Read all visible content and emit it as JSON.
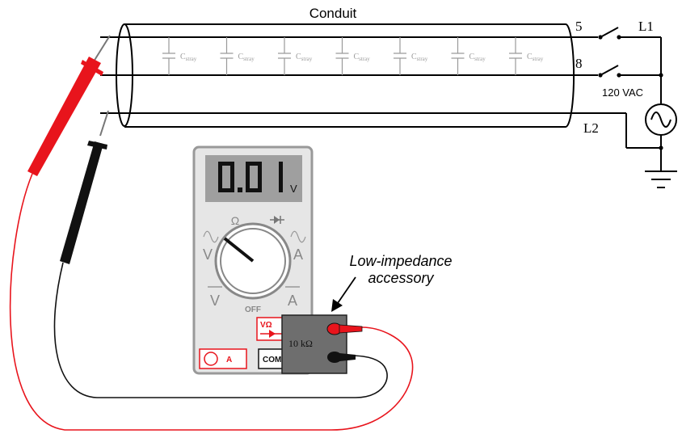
{
  "conduit": {
    "title": "Conduit"
  },
  "terminals": {
    "wire5": "5",
    "wire8": "8",
    "l1": "L1",
    "l2": "L2"
  },
  "source": {
    "label": "120 VAC"
  },
  "stray_capacitors": {
    "label_main": "C",
    "label_sub": "stray",
    "count": 7
  },
  "multimeter": {
    "display_value": "0.01",
    "display_unit": "V",
    "dial": {
      "ohm": "Ω",
      "diode": "⇥",
      "v_ac": "V",
      "a_ac": "A",
      "v_dc": "V",
      "a_dc": "A",
      "off": "OFF"
    },
    "jacks": {
      "amp": "A",
      "vohm": "VΩ",
      "com": "COM"
    }
  },
  "accessory": {
    "label": "Low-impedance\naccessory",
    "label_line1": "Low-impedance",
    "label_line2": "accessory",
    "resistance": "10 kΩ"
  },
  "colors": {
    "red_probe": "#e8141c",
    "black_probe": "#111111",
    "meter_body": "#e6e6e6",
    "meter_border": "#999999",
    "display_bg": "#9f9f9f",
    "accessory_box": "#6e6e6e",
    "stray_cap": "#9a9a9a"
  }
}
